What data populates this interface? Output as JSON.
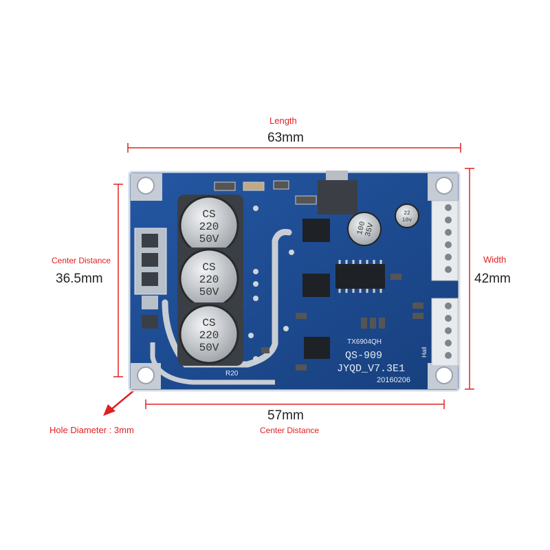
{
  "dimensions": {
    "length": {
      "caption": "Length",
      "value": "63mm"
    },
    "width": {
      "caption": "Width",
      "value": "42mm"
    },
    "left_center": {
      "caption": "Center Distance",
      "value": "36.5mm"
    },
    "bottom_center": {
      "caption": "Center Distance",
      "value": "57mm"
    },
    "hole": {
      "text": "Hole Diameter : 3mm"
    }
  },
  "board_markings": {
    "cap_brand": "CS",
    "cap_value": "220",
    "cap_voltage": "50V",
    "small_cap_line1": "100",
    "small_cap_line2": "35V",
    "tiny_cap_line1": "22",
    "tiny_cap_line2": "10v",
    "chip_label": "TX6904QH",
    "model": "QS-909",
    "version": "JYQD_V7.3E1",
    "date": "20160206",
    "resistor": "R20",
    "hall_label": "Hall"
  },
  "colors": {
    "accent_red": "#e02020",
    "pcb_blue": "#1f4f96",
    "pcb_dark": "#173f7d",
    "cap_silver": "#cfd2d6",
    "cap_dark": "#2a2a2a"
  }
}
